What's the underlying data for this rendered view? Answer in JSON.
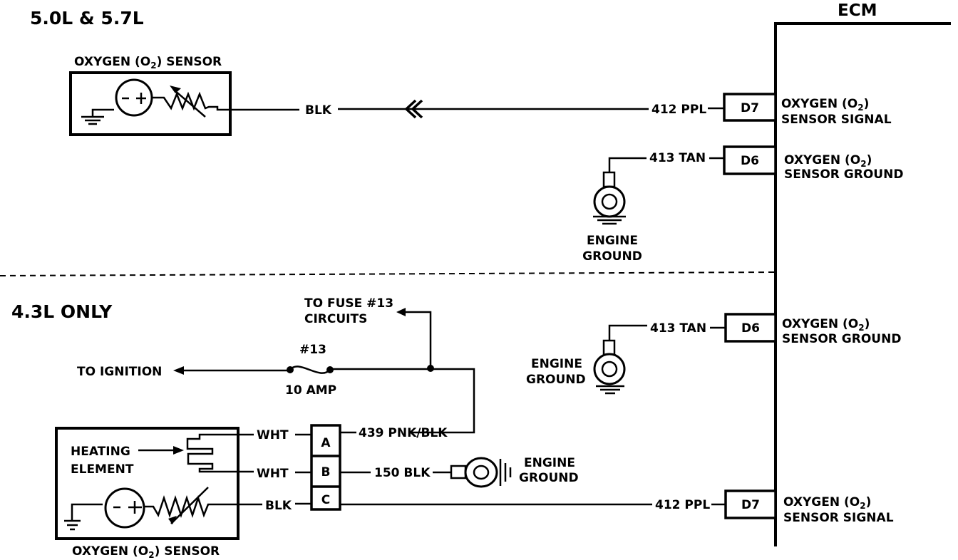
{
  "ecm": {
    "label": "ECM"
  },
  "top": {
    "title": "5.0L & 5.7L",
    "sensor_title": "OXYGEN (O",
    "sensor_title_sub": "2",
    "sensor_title_end": ") SENSOR",
    "wire_sensor": "BLK",
    "wire_signal": "412 PPL",
    "pin_signal": "D7",
    "signal_label_1": "OXYGEN (O",
    "signal_label_1_sub": "2",
    "signal_label_1_end": ")",
    "signal_label_2": "SENSOR SIGNAL",
    "wire_ground": "413 TAN",
    "pin_ground": "D6",
    "ground_label_1": "OXYGEN (O",
    "ground_label_1_sub": "2",
    "ground_label_1_end": ")",
    "ground_label_2": "SENSOR GROUND",
    "engine_ground_1": "ENGINE",
    "engine_ground_2": "GROUND"
  },
  "bottom": {
    "title": "4.3L ONLY",
    "fuse_circuits_1": "TO FUSE #13",
    "fuse_circuits_2": "CIRCUITS",
    "to_ignition": "TO IGNITION",
    "fuse_number": "#13",
    "fuse_rating": "10 AMP",
    "heating_element_1": "HEATING",
    "heating_element_2": "ELEMENT",
    "wire_a": "WHT",
    "wire_b": "WHT",
    "wire_c": "BLK",
    "pin_a": "A",
    "pin_b": "B",
    "pin_c": "C",
    "wire_a_out": "439 PNK/BLK",
    "wire_b_out": "150 BLK",
    "engine_ground_b_1": "ENGINE",
    "engine_ground_b_2": "GROUND",
    "wire_ground": "413 TAN",
    "pin_ground": "D6",
    "ground_label_1": "OXYGEN (O",
    "ground_label_1_sub": "2",
    "ground_label_1_end": ")",
    "ground_label_2": "SENSOR GROUND",
    "engine_ground_1": "ENGINE",
    "engine_ground_2": "GROUND",
    "wire_signal": "412 PPL",
    "pin_signal": "D7",
    "signal_label_1": "OXYGEN (O",
    "signal_label_1_sub": "2",
    "signal_label_1_end": ")",
    "signal_label_2": "SENSOR SIGNAL",
    "sensor_title": "OXYGEN (O",
    "sensor_title_sub": "2",
    "sensor_title_end": ") SENSOR"
  }
}
